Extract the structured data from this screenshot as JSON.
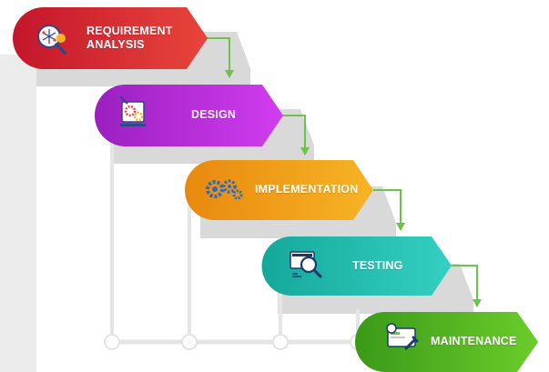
{
  "stages": [
    {
      "label_lines": [
        "REQUIREMENT",
        "ANALYSIS"
      ],
      "icon": "magnifier-network-icon",
      "color_dark": "#c4162b",
      "color_light": "#e8453c"
    },
    {
      "label_lines": [
        "DESIGN"
      ],
      "icon": "design-gears-icon",
      "color_dark": "#9b1fc0",
      "color_light": "#d13df0"
    },
    {
      "label_lines": [
        "IMPLEMENTATION"
      ],
      "icon": "gears-icon",
      "color_dark": "#e8890f",
      "color_light": "#f6b424"
    },
    {
      "label_lines": [
        "TESTING"
      ],
      "icon": "testing-magnifier-icon",
      "color_dark": "#14a89b",
      "color_light": "#35d0c1"
    },
    {
      "label_lines": [
        "MAINTENANCE"
      ],
      "icon": "wrench-screen-icon",
      "color_dark": "#3a9a18",
      "color_light": "#6bcc2a"
    }
  ],
  "colors": {
    "arrow": "#6cc24a",
    "shadow": "#d9d9d9",
    "timeline": "#e5e5e5",
    "node_fill": "#ffffff",
    "node_stroke": "#e3e3e3"
  }
}
